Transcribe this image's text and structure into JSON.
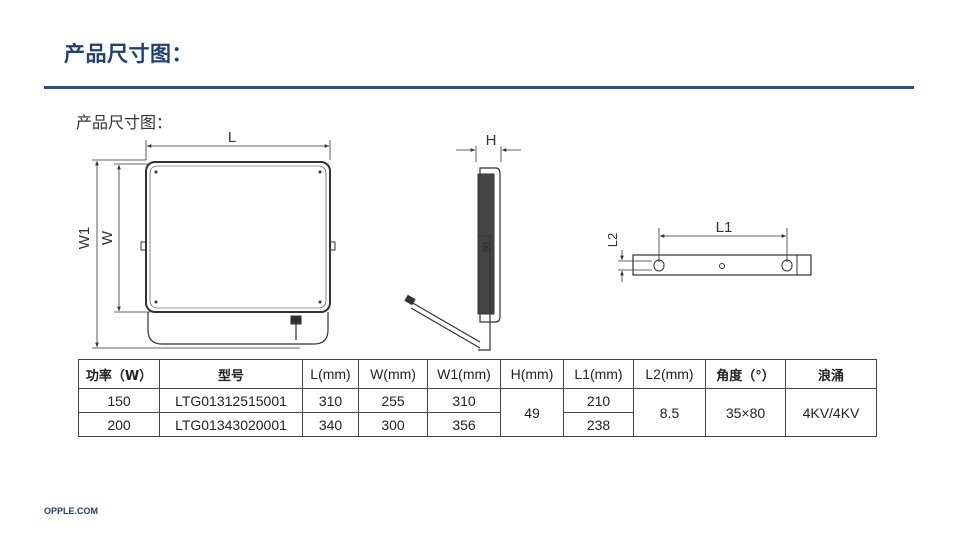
{
  "page": {
    "title": "产品尺寸图：",
    "footer": "OPPLE.COM"
  },
  "drawing": {
    "caption": "产品尺寸图：",
    "dimension_labels": {
      "L": "L",
      "W1": "W1",
      "W": "W",
      "H": "H",
      "L1": "L1",
      "L2": "L2"
    }
  },
  "spec_table": {
    "headers": [
      "功率（W）",
      "型号",
      "L(mm)",
      "W(mm)",
      "W1(mm)",
      "H(mm)",
      "L1(mm)",
      "L2(mm)",
      "角度（°）",
      "浪涌"
    ],
    "rows": [
      {
        "power": "150",
        "model": "LTG01312515001",
        "L": "310",
        "W": "255",
        "W1": "310",
        "L1": "210"
      },
      {
        "power": "200",
        "model": "LTG01343020001",
        "L": "340",
        "W": "300",
        "W1": "356",
        "L1": "238"
      }
    ],
    "shared": {
      "H": "49",
      "L2": "8.5",
      "angle": "35×80",
      "surge": "4KV/4KV"
    }
  },
  "colors": {
    "title": "#1f3f7a",
    "rule": "#2a4e96",
    "line": "#333333"
  }
}
